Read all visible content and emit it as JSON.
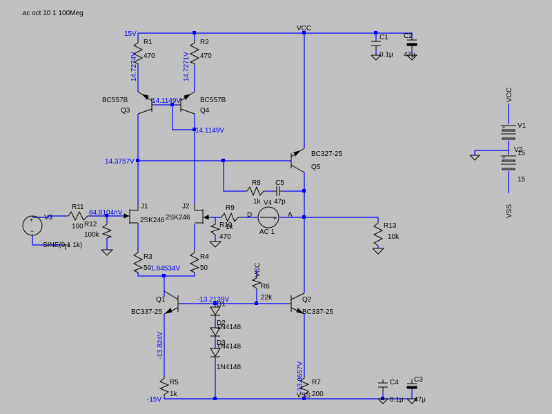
{
  "directive": ".ac oct 10 1 100Meg",
  "nets": {
    "vpos": "15V",
    "vneg": "-15V",
    "vcc": "VCC",
    "vss": "VSS",
    "vcc_r6": "VCC",
    "vcc_v1": "VCC",
    "vss_v2": "VSS",
    "vss_bottom": "VSS",
    "d": "D",
    "a": "A"
  },
  "voltages": {
    "r1": "14.7274V",
    "r2": "14.7271V",
    "q3q4_base": "14.1149V",
    "q4_col": "14.1149V",
    "q5_base": "14.3757V",
    "j1_gate": "84.8104nV",
    "sources": "-1.84534V",
    "q1q2_base": "-13.2139V",
    "q1_emit": "-13.824V",
    "q2_emit": "-13.8657V"
  },
  "components": {
    "r1": {
      "name": "R1",
      "value": "470"
    },
    "r2": {
      "name": "R2",
      "value": "470"
    },
    "q3": {
      "model": "BC557B",
      "name": "Q3"
    },
    "q4": {
      "model": "BC557B",
      "name": "Q4"
    },
    "q5": {
      "model": "BC327-25",
      "name": "Q5"
    },
    "r8": {
      "name": "R8",
      "value": "1k"
    },
    "c5": {
      "name": "C5",
      "value": "47p"
    },
    "r9": {
      "name": "R9",
      "value": "1k"
    },
    "v4": {
      "name": "V4",
      "value": "AC 1"
    },
    "r10": {
      "name": "R10",
      "value": "470"
    },
    "r11": {
      "name": "R11",
      "value": "100"
    },
    "r12": {
      "name": "R12",
      "value": "100k"
    },
    "v3": {
      "name": "V3",
      "value": "SINE(0 1 1k)"
    },
    "j1": {
      "name": "J1",
      "model": "2SK246"
    },
    "j2": {
      "name": "J2",
      "model": "2SK246"
    },
    "r13": {
      "name": "R13",
      "value": "10k"
    },
    "r3": {
      "name": "R3",
      "value": "50"
    },
    "r4": {
      "name": "R4",
      "value": "50"
    },
    "q1": {
      "name": "Q1",
      "model": "BC337-25"
    },
    "q2": {
      "name": "Q2",
      "model": "BC337-25"
    },
    "r6": {
      "name": "R6",
      "value": "22k"
    },
    "d1": {
      "name": "D1",
      "model": "1N4148"
    },
    "d2": {
      "name": "D2",
      "model": "1N4148"
    },
    "d3": {
      "name": "D3",
      "model": "1N4148"
    },
    "r5": {
      "name": "R5",
      "value": "1k"
    },
    "r7": {
      "name": "R7",
      "value": "200"
    },
    "c1": {
      "name": "C1",
      "value": "0.1μ"
    },
    "c2": {
      "name": "C2",
      "value": "47μ"
    },
    "c3": {
      "name": "C3",
      "value": "47μ"
    },
    "c4": {
      "name": "C4",
      "value": "0.1μ"
    },
    "v1": {
      "name": "V1",
      "value": "15"
    },
    "v2": {
      "name": "V2",
      "value": "15"
    }
  },
  "colors": {
    "background": "#c0c0c0",
    "wire": "#0000ff",
    "component": "#000000",
    "voltage_label": "#0000ff"
  }
}
